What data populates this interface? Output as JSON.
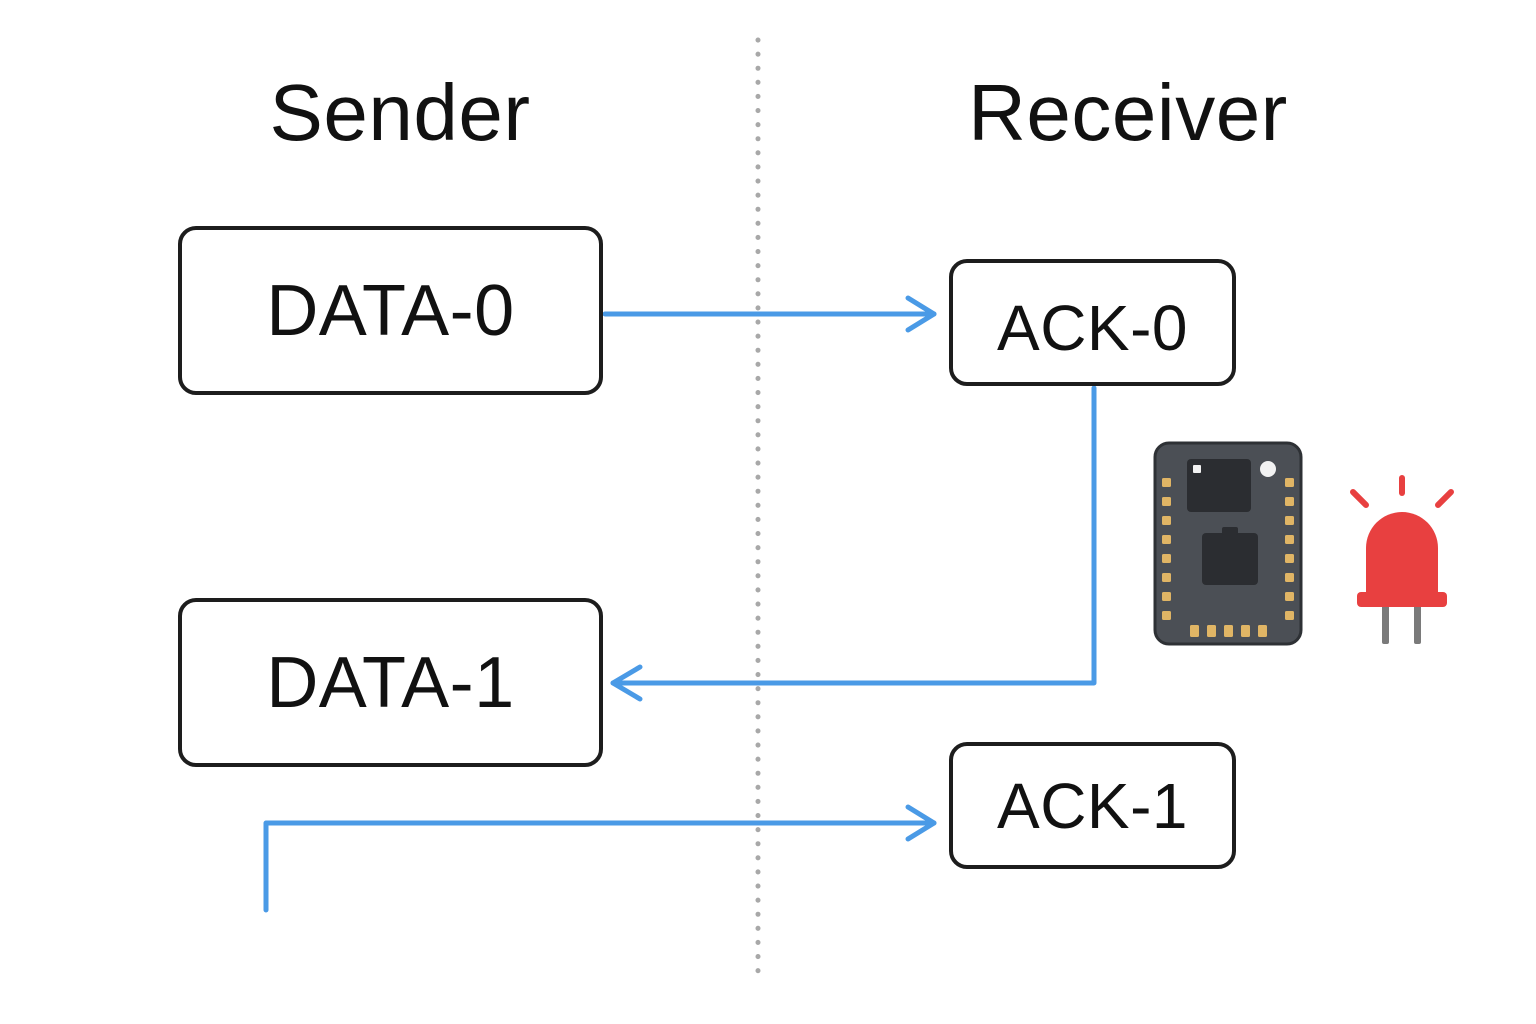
{
  "diagram": {
    "titles": {
      "sender": "Sender",
      "receiver": "Receiver"
    },
    "boxes": {
      "data0": "DATA-0",
      "data1": "DATA-1",
      "ack0": "ACK-0",
      "ack1": "ACK-1"
    },
    "colors": {
      "arrow": "#4a9ae6",
      "divider": "#a8a8a8",
      "box_border": "#1d1d1d",
      "board": "#4b4f55",
      "board_pads": "#e0b565",
      "led": "#e84040"
    },
    "icons": [
      "microcontroller-board-icon",
      "red-led-icon"
    ]
  }
}
